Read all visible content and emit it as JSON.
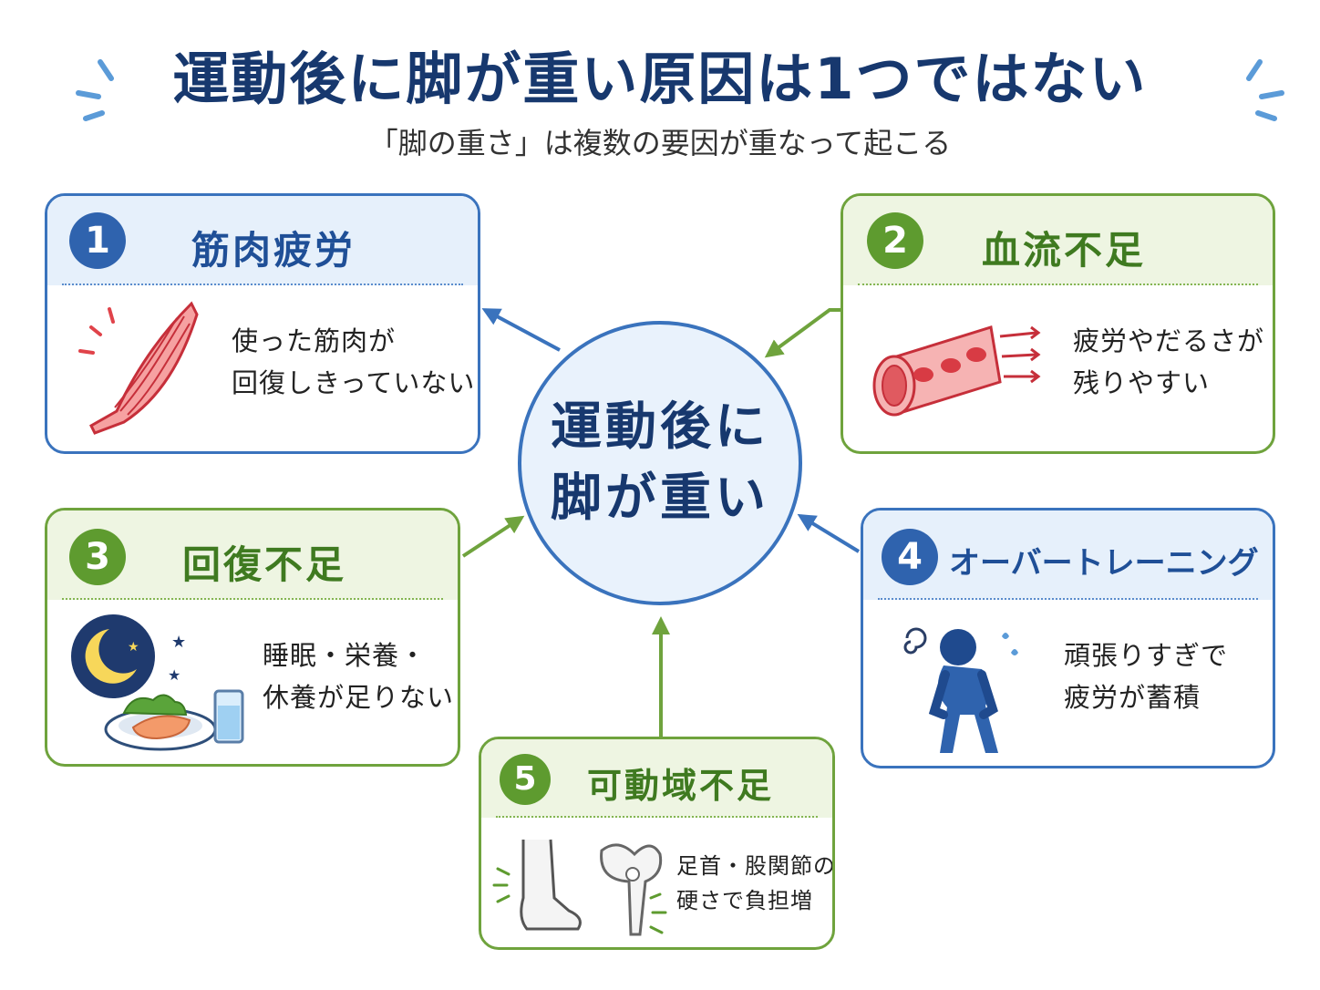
{
  "title": "運動後に脚が重い原因は1つではない",
  "subtitle": "「脚の重さ」は複数の要因が重なって起こる",
  "center": {
    "line1": "運動後に",
    "line2": "脚が重い"
  },
  "colors": {
    "blue": "#3a73bd",
    "green": "#6fa33d",
    "title": "#17386e"
  },
  "cards": [
    {
      "number": "1",
      "title": "筋肉疲労",
      "line1": "使った筋肉が",
      "line2": "回復しきっていない",
      "icon": "muscle-icon",
      "color": "blue"
    },
    {
      "number": "2",
      "title": "血流不足",
      "line1": "疲労やだるさが",
      "line2": "残りやすい",
      "icon": "blood-vessel-icon",
      "color": "green"
    },
    {
      "number": "3",
      "title": "回復不足",
      "line1": "睡眠・栄養・",
      "line2": "休養が足りない",
      "icon": "moon-meal-water-icon",
      "color": "green"
    },
    {
      "number": "4",
      "title": "オーバートレーニング",
      "line1": "頑張りすぎで",
      "line2": "疲労が蓄積",
      "icon": "exhausted-person-icon",
      "color": "blue"
    },
    {
      "number": "5",
      "title": "可動域不足",
      "line1": "足首・股関節の",
      "line2": "硬さで負担増",
      "icon": "foot-hip-joint-icon",
      "color": "green"
    }
  ]
}
